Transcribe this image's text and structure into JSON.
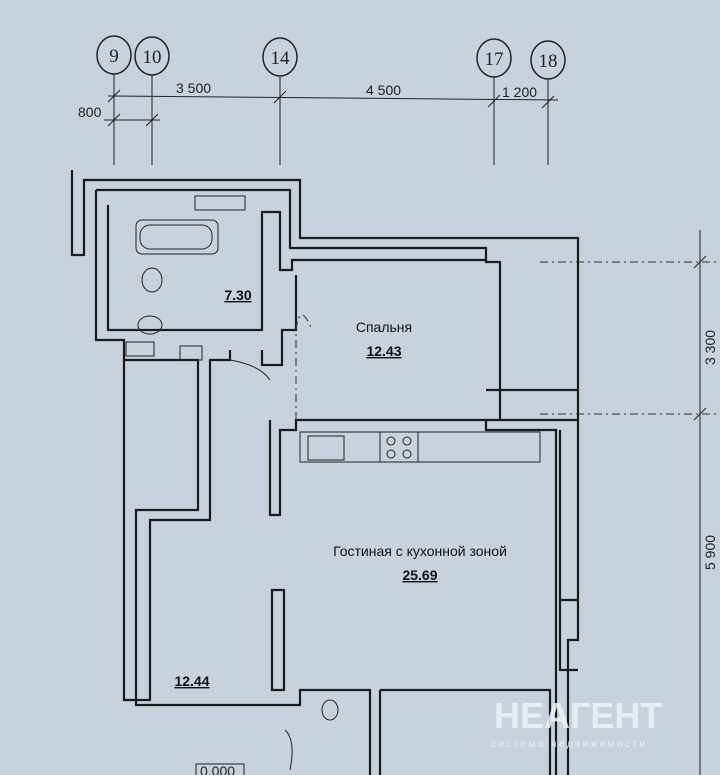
{
  "axes": {
    "columns": [
      "9",
      "10",
      "14",
      "17",
      "18"
    ]
  },
  "dimensions": {
    "top": [
      "3 500",
      "4 500",
      "1 200"
    ],
    "offset": "800",
    "right": [
      "3 300",
      "5 900"
    ]
  },
  "rooms": [
    {
      "name": "",
      "area": "7.30"
    },
    {
      "name": "Спальня",
      "area": "12.43"
    },
    {
      "name": "Гостиная с кухонной зоной",
      "area": "25.69"
    },
    {
      "name": "",
      "area": "12.44"
    }
  ],
  "level_mark": "0.000",
  "watermark": {
    "brand": "НЕАГЕНТ",
    "tagline": "система недвижимости"
  },
  "colors": {
    "paper": "#c8d2dc",
    "ink": "#1b1b1b"
  }
}
